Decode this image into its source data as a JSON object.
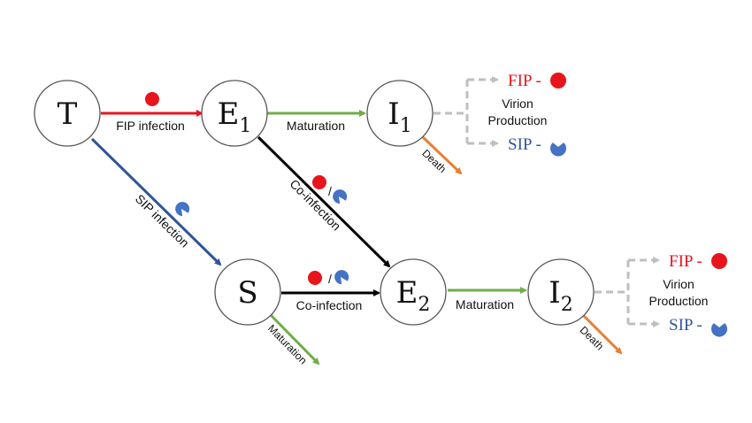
{
  "colors": {
    "fip": "#e8141c",
    "sip_arrow": "#2f5597",
    "sip_particle": "#4472c4",
    "maturation": "#70ad47",
    "death": "#ed7d31",
    "coinfection": "#000000",
    "production": "#bfbfbf"
  },
  "nodes": {
    "T": {
      "main": "T",
      "sub": ""
    },
    "E1": {
      "main": "E",
      "sub": "1"
    },
    "I1": {
      "main": "I",
      "sub": "1"
    },
    "S": {
      "main": "S",
      "sub": ""
    },
    "E2": {
      "main": "E",
      "sub": "2"
    },
    "I2": {
      "main": "I",
      "sub": "2"
    }
  },
  "edges": {
    "fip_infection": "FIP infection",
    "sip_infection": "SIP infection",
    "maturation_e1": "Maturation",
    "maturation_e2": "Maturation",
    "maturation_s": "Maturation",
    "coinfection_e1": "Co-infection",
    "coinfection_s": "Co-infection",
    "death_i1": "Death",
    "death_i2": "Death",
    "slash": "/"
  },
  "production": {
    "top": {
      "line1": "Virion",
      "line2": "Production",
      "fip": "FIP -",
      "sip": "SIP -"
    },
    "bottom": {
      "line1": "Virion",
      "line2": "Production",
      "fip": "FIP -",
      "sip": "SIP -"
    }
  }
}
